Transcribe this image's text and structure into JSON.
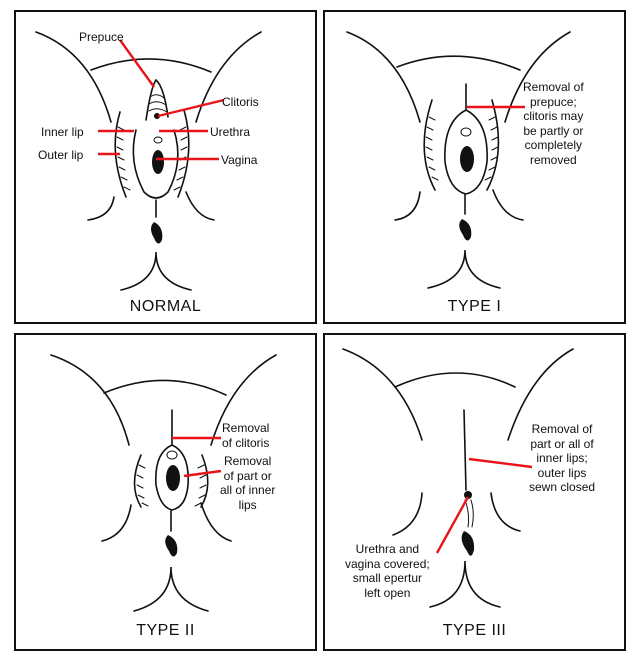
{
  "figure": {
    "accent_color": "#e8141a",
    "line_color": "#111111",
    "panels": [
      {
        "id": "normal",
        "title": "NORMAL",
        "labels": {
          "prepuce": "Prepuce",
          "clitoris": "Clitoris",
          "inner_lip": "Inner lip",
          "urethra": "Urethra",
          "outer_lip": "Outer lip",
          "vagina": "Vagina"
        }
      },
      {
        "id": "type-1",
        "title": "TYPE I",
        "annotation": [
          "Removal of",
          "prepuce;",
          "clitoris may",
          "be partly or",
          "completely",
          "removed"
        ]
      },
      {
        "id": "type-2",
        "title": "TYPE II",
        "annotation_1": [
          "Removal",
          "of clitoris"
        ],
        "annotation_2": [
          "Removal",
          "of part or",
          "all of inner",
          "lips"
        ]
      },
      {
        "id": "type-3",
        "title": "TYPE III",
        "annotation_1": [
          "Removal of",
          "part or all of",
          "inner lips;",
          "outer lips",
          "sewn closed"
        ],
        "annotation_2": [
          "Urethra and",
          "vagina covered;",
          "small epertur",
          "left open"
        ]
      }
    ]
  }
}
